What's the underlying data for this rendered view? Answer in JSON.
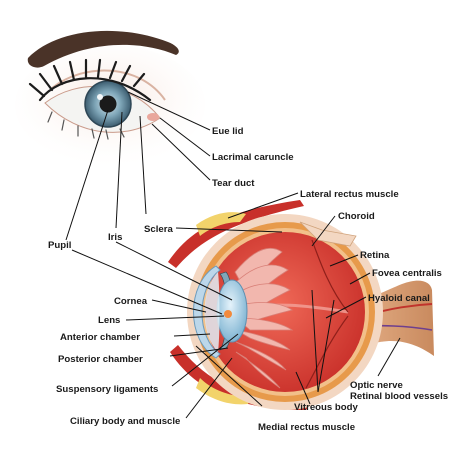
{
  "labels": {
    "eye_lid": "Eue lid",
    "lacrimal_caruncle": "Lacrimal caruncle",
    "tear_duct": "Tear duct",
    "lateral_rectus_muscle": "Lateral rectus muscle",
    "choroid": "Choroid",
    "sclera": "Sclera",
    "iris": "Iris",
    "pupil": "Pupil",
    "retina": "Retina",
    "fovea_centralis": "Fovea centralis",
    "hyaloid_canal": "Hyaloid canal",
    "cornea": "Cornea",
    "lens": "Lens",
    "anterior_chamber": "Anterior chamber",
    "posterior_chamber": "Posterior chamber",
    "suspensory_ligaments": "Suspensory ligaments",
    "ciliary_body_and_muscle": "Ciliary body and muscle",
    "optic_nerve": "Optic nerve",
    "retinal_blood_vessels": "Retinal blood vessels",
    "vitreous_body": "Vitreous body",
    "medial_rectus_muscle": "Medial rectus muscle"
  },
  "colors": {
    "iris": "#7fa6b8",
    "sclera_outer": "#f3d7c2",
    "vitreous": "#e4483c",
    "muscle": "#c8302a",
    "ligament": "#f2b7ae",
    "lens": "#9cc6de",
    "nerve": "#d8a27a",
    "leader": "#111111"
  }
}
